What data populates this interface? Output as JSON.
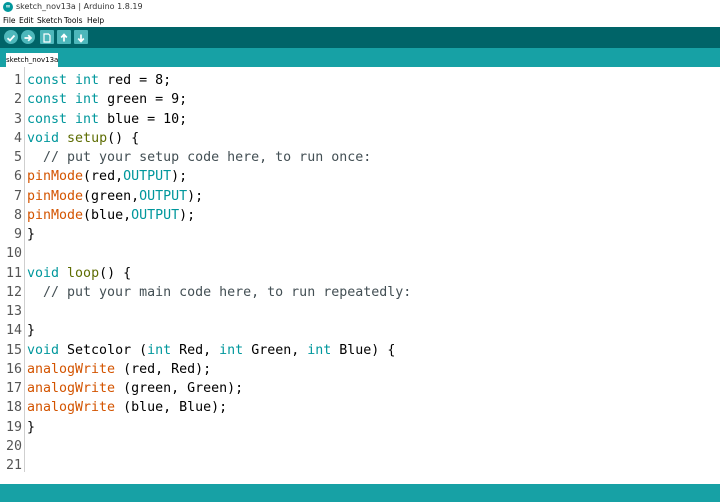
{
  "window": {
    "title": "sketch_nov13a | Arduino 1.8.19",
    "logo": "arduino-logo"
  },
  "menu": [
    "File",
    "Edit",
    "Sketch",
    "Tools",
    "Help"
  ],
  "toolbar": {
    "buttons": [
      {
        "name": "verify-button",
        "icon": "checkmark-icon"
      },
      {
        "name": "upload-button",
        "icon": "arrow-right-icon"
      },
      {
        "name": "new-button",
        "icon": "page-icon"
      },
      {
        "name": "open-button",
        "icon": "arrow-up-icon"
      },
      {
        "name": "save-button",
        "icon": "arrow-down-icon"
      }
    ]
  },
  "tab": {
    "label": "sketch_nov13a §"
  },
  "code": [
    {
      "n": "1",
      "tokens": [
        [
          "type",
          "const"
        ],
        [
          "t",
          " "
        ],
        [
          "type",
          "int"
        ],
        [
          "t",
          " red = 8;"
        ]
      ]
    },
    {
      "n": "2",
      "tokens": [
        [
          "type",
          "const"
        ],
        [
          "t",
          " "
        ],
        [
          "type",
          "int"
        ],
        [
          "t",
          " green = 9;"
        ]
      ]
    },
    {
      "n": "3",
      "tokens": [
        [
          "type",
          "const"
        ],
        [
          "t",
          " "
        ],
        [
          "type",
          "int"
        ],
        [
          "t",
          " blue = 10;"
        ]
      ]
    },
    {
      "n": "4",
      "tokens": [
        [
          "type",
          "void"
        ],
        [
          "t",
          " "
        ],
        [
          "kw",
          "setup"
        ],
        [
          "t",
          "() {"
        ]
      ]
    },
    {
      "n": "5",
      "tokens": [
        [
          "com",
          "  // put your setup code here, to run once:"
        ]
      ]
    },
    {
      "n": "6",
      "tokens": [
        [
          "fn",
          "pinMode"
        ],
        [
          "t",
          "(red,"
        ],
        [
          "const",
          "OUTPUT"
        ],
        [
          "t",
          ");"
        ]
      ]
    },
    {
      "n": "7",
      "tokens": [
        [
          "fn",
          "pinMode"
        ],
        [
          "t",
          "(green,"
        ],
        [
          "const",
          "OUTPUT"
        ],
        [
          "t",
          ");"
        ]
      ]
    },
    {
      "n": "8",
      "tokens": [
        [
          "fn",
          "pinMode"
        ],
        [
          "t",
          "(blue,"
        ],
        [
          "const",
          "OUTPUT"
        ],
        [
          "t",
          ");"
        ]
      ]
    },
    {
      "n": "9",
      "tokens": [
        [
          "t",
          "}"
        ]
      ]
    },
    {
      "n": "10",
      "tokens": []
    },
    {
      "n": "11",
      "tokens": [
        [
          "type",
          "void"
        ],
        [
          "t",
          " "
        ],
        [
          "kw",
          "loop"
        ],
        [
          "t",
          "() {"
        ]
      ]
    },
    {
      "n": "12",
      "tokens": [
        [
          "com",
          "  // put your main code here, to run repeatedly:"
        ]
      ]
    },
    {
      "n": "13",
      "tokens": []
    },
    {
      "n": "14",
      "tokens": [
        [
          "t",
          "}"
        ]
      ]
    },
    {
      "n": "15",
      "tokens": [
        [
          "type",
          "void"
        ],
        [
          "t",
          " Setcolor ("
        ],
        [
          "type",
          "int"
        ],
        [
          "t",
          " Red, "
        ],
        [
          "type",
          "int"
        ],
        [
          "t",
          " Green, "
        ],
        [
          "type",
          "int"
        ],
        [
          "t",
          " Blue) {"
        ]
      ]
    },
    {
      "n": "16",
      "tokens": [
        [
          "fn",
          "analogWrite"
        ],
        [
          "t",
          " (red, Red);"
        ]
      ]
    },
    {
      "n": "17",
      "tokens": [
        [
          "fn",
          "analogWrite"
        ],
        [
          "t",
          " (green, Green);"
        ]
      ]
    },
    {
      "n": "18",
      "tokens": [
        [
          "fn",
          "analogWrite"
        ],
        [
          "t",
          " (blue, Blue);"
        ]
      ]
    },
    {
      "n": "19",
      "tokens": [
        [
          "t",
          "}"
        ]
      ]
    },
    {
      "n": "20",
      "tokens": []
    },
    {
      "n": "21",
      "tokens": []
    }
  ],
  "colors": {
    "toolbar": "#006468",
    "tabbar": "#17a1a5",
    "type": "#00979c",
    "function": "#d35400",
    "keyword": "#5e6d03",
    "comment": "#434f54"
  }
}
